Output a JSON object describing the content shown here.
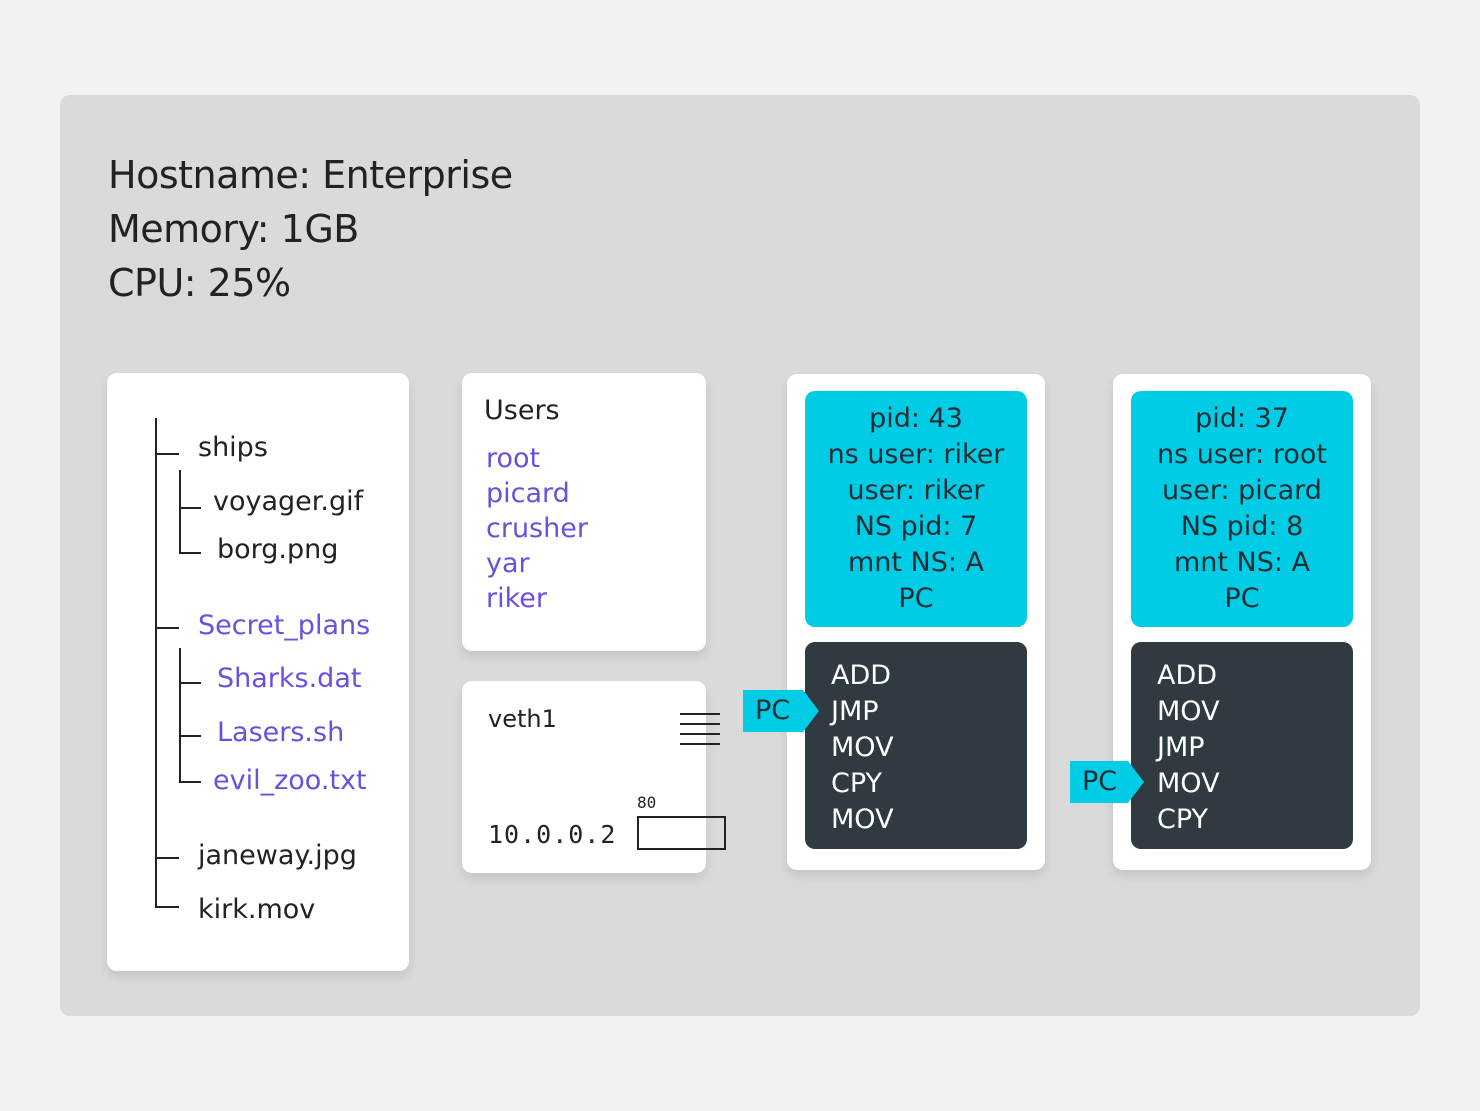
{
  "host": {
    "hostname": "Hostname: Enterprise",
    "memory": "Memory: 1GB",
    "cpu": "CPU: 25%"
  },
  "filesystem": {
    "items": [
      "ships",
      "voyager.gif",
      "borg.png",
      "Secret_plans",
      "Sharks.dat",
      "Lasers.sh",
      "evil_zoo.txt",
      "janeway.jpg",
      "kirk.mov"
    ]
  },
  "users": {
    "title": "Users",
    "list": [
      "root",
      "picard",
      "crusher",
      "yar",
      "riker"
    ]
  },
  "network": {
    "interface": "veth1",
    "ip": "10.0.0.2",
    "port": "80"
  },
  "processes": [
    {
      "info": [
        "pid: 43",
        "ns user: riker",
        "user: riker",
        "NS pid: 7",
        "mnt NS: A",
        "PC"
      ],
      "code": [
        "ADD",
        "JMP",
        "MOV",
        "CPY",
        "MOV"
      ],
      "pc_label": "PC",
      "pc_line": 1
    },
    {
      "info": [
        "pid: 37",
        "ns user: root",
        "user: picard",
        "NS pid: 8",
        "mnt NS: A",
        "PC"
      ],
      "code": [
        "ADD",
        "MOV",
        "JMP",
        "MOV",
        "CPY"
      ],
      "pc_label": "PC",
      "pc_line": 3
    }
  ],
  "colors": {
    "background": "#f1f2f3",
    "host_panel": "#d9dadb",
    "accent_cyan": "#00cce6",
    "code_bg": "#2f3b40",
    "purple": "#6a4fe0"
  }
}
